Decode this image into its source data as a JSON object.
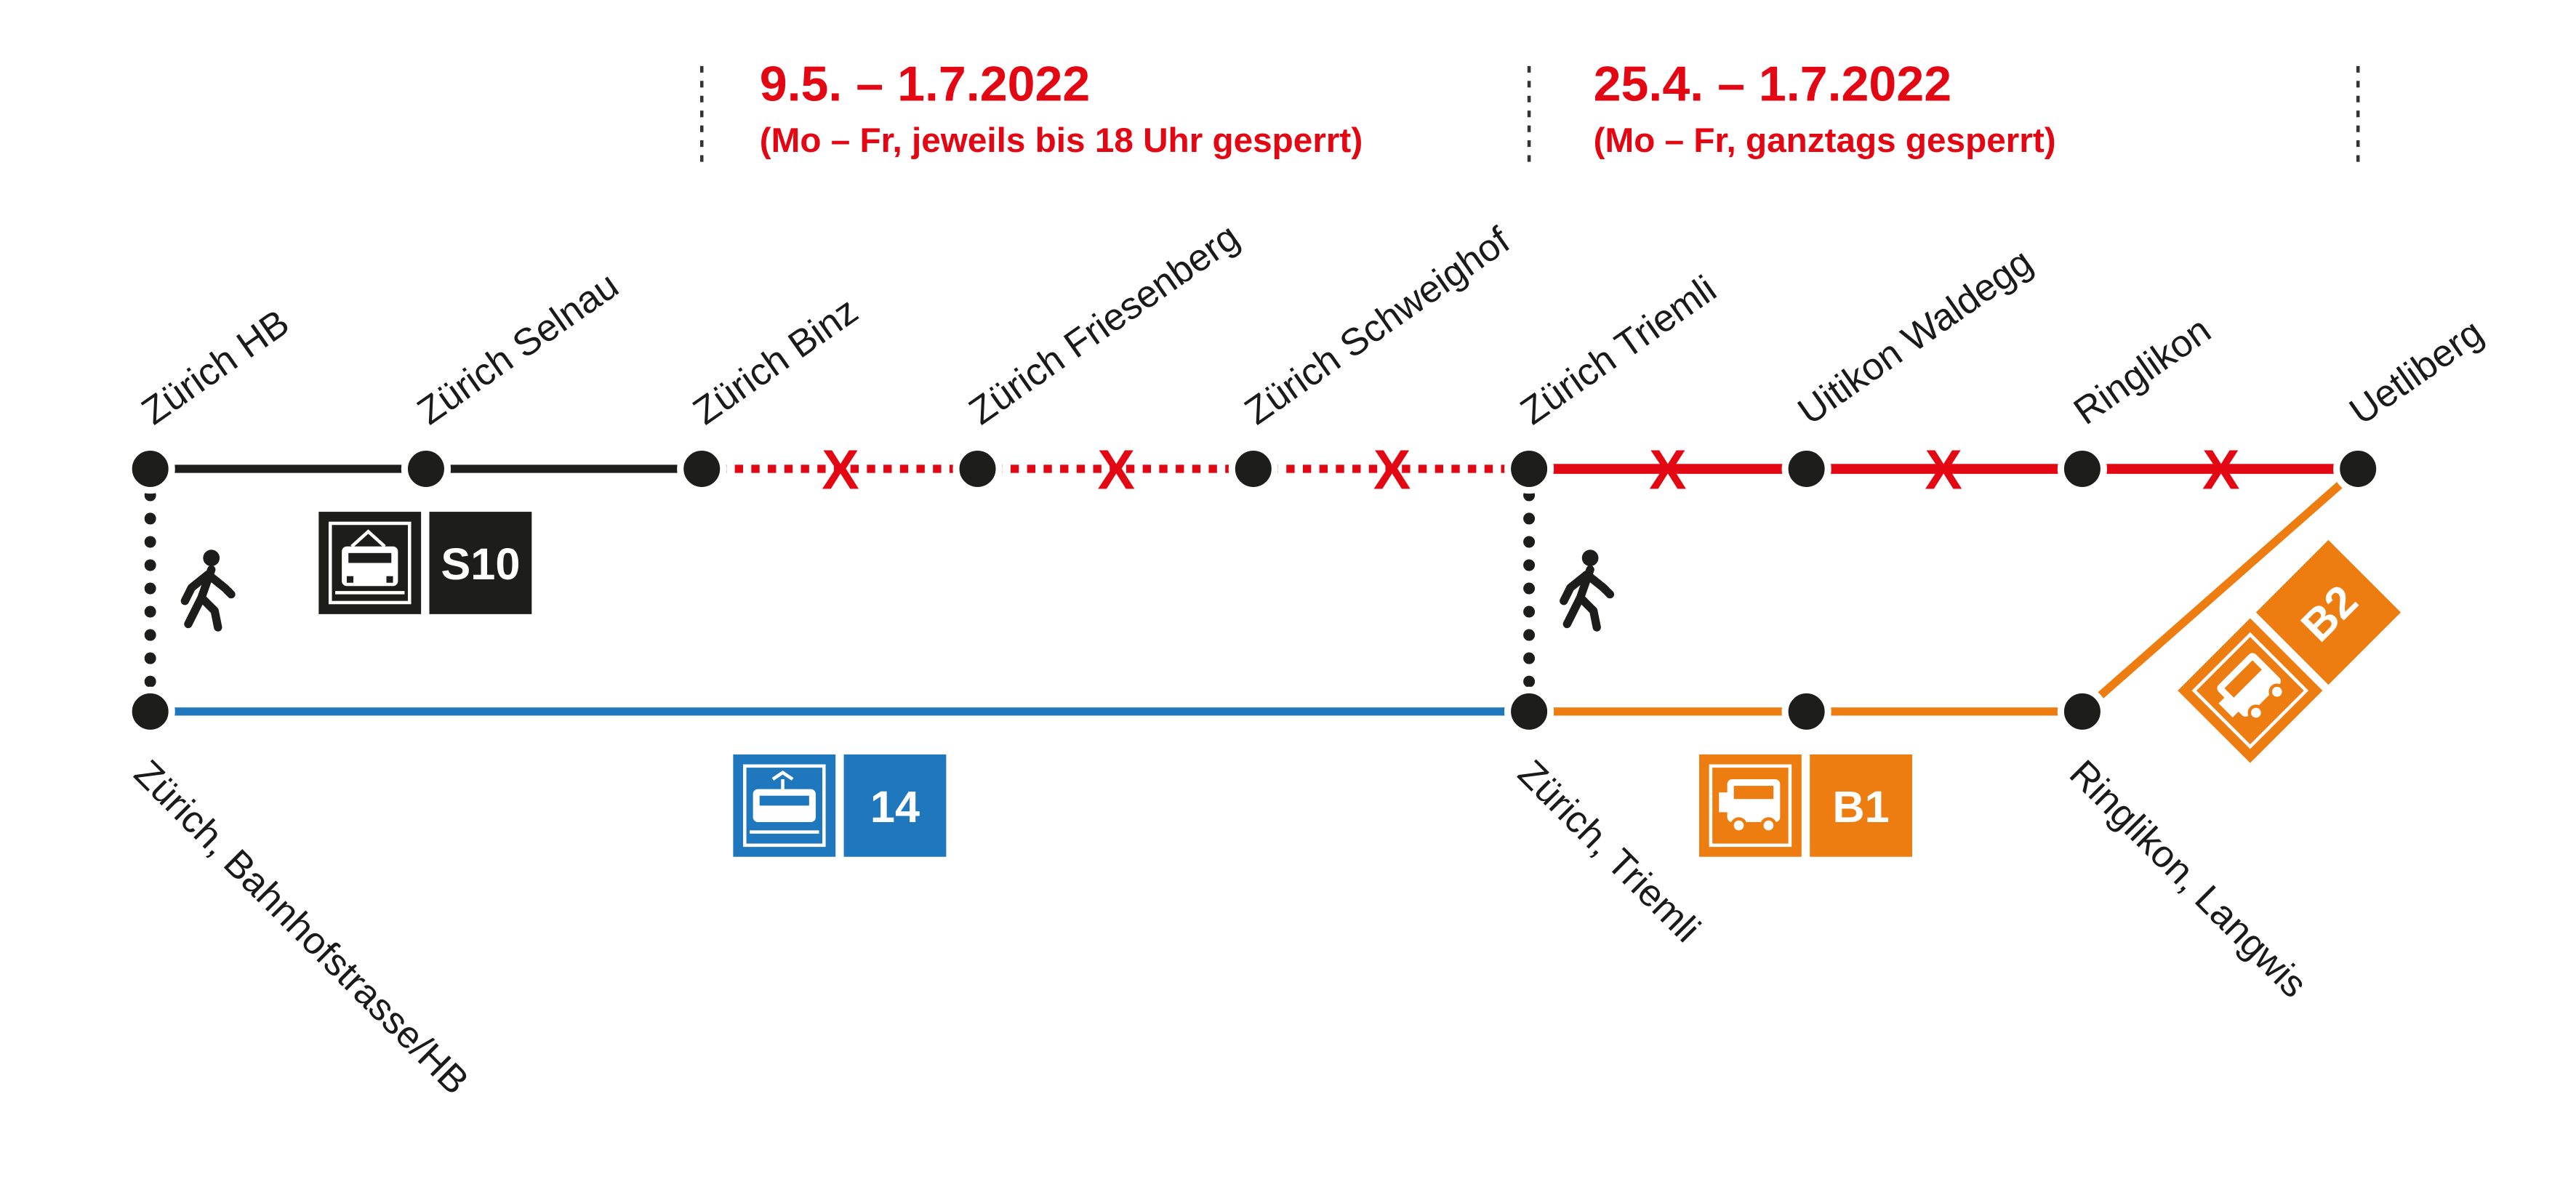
{
  "colors": {
    "train": "#1d1d1b",
    "tram": "#1f78bd",
    "bus": "#ee7d11",
    "closure": "#e30613",
    "walk": "#1d1d1b"
  },
  "closures": [
    {
      "dates": "9.5. – 1.7.2022",
      "note": "(Mo – Fr, jeweils bis 18 Uhr gesperrt)"
    },
    {
      "dates": "25.4. – 1.7.2022",
      "note": "(Mo – Fr, ganztags gesperrt)"
    }
  ],
  "stations_top": [
    "Zürich HB",
    "Zürich Selnau",
    "Zürich Binz",
    "Zürich Friesenberg",
    "Zürich Schweighof",
    "Zürich Triemli",
    "Uitikon Waldegg",
    "Ringlikon",
    "Uetliberg"
  ],
  "stations_bottom": [
    "Zürich, Bahnhofstrasse/HB",
    "Zürich, Triemli",
    "Ringlikon, Langwis"
  ],
  "closed_marker": "X",
  "lines": {
    "s10": {
      "label": "S10",
      "icon": "train-icon"
    },
    "tram14": {
      "label": "14",
      "icon": "tram-icon"
    },
    "b1": {
      "label": "B1",
      "icon": "bus-icon"
    },
    "b2": {
      "label": "B2",
      "icon": "bus-icon"
    }
  }
}
